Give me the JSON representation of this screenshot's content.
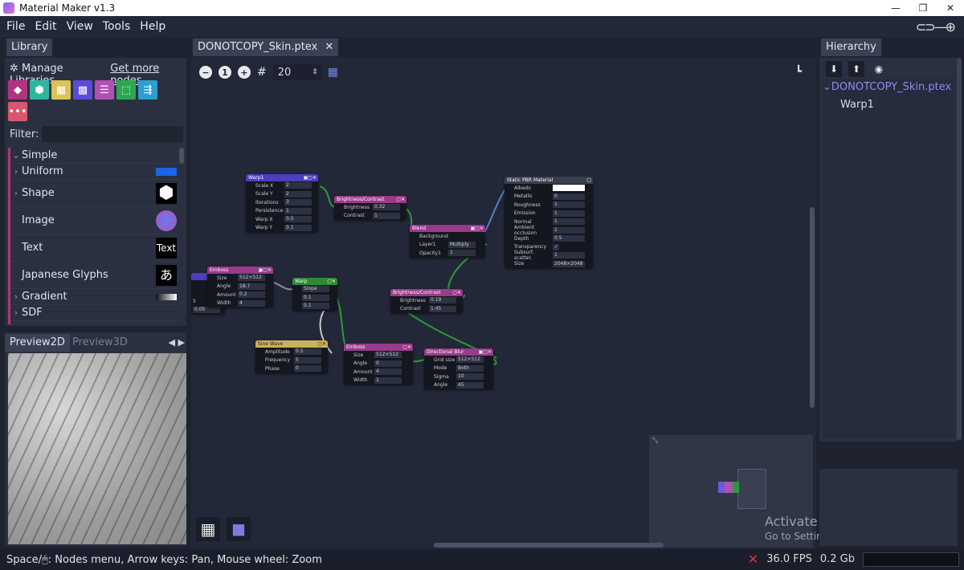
{
  "window": {
    "title": "Material Maker v1.3",
    "minimize": "—",
    "maximize": "❐",
    "close": "✕"
  },
  "menu": [
    "File",
    "Edit",
    "View",
    "Tools",
    "Help"
  ],
  "library": {
    "tab": "Library",
    "manage": "Manage Libraries",
    "get_more": "Get more nodes",
    "filter_label": "Filter:",
    "filter_value": "",
    "categories": [
      {
        "icon": "shape-icon",
        "color": "#b2337f"
      },
      {
        "icon": "cube-icon",
        "color": "#2fb5a0"
      },
      {
        "icon": "brick-icon",
        "color": "#d8c45a"
      },
      {
        "icon": "noise-icon",
        "color": "#5b4bd8"
      },
      {
        "icon": "filter-icon",
        "color": "#b24fb5"
      },
      {
        "icon": "transform-icon",
        "color": "#2aa84f"
      },
      {
        "icon": "workflow-icon",
        "color": "#2e9ed1"
      },
      {
        "icon": "more-icon",
        "color": "#d9576e"
      }
    ],
    "tree": {
      "section": "Simple",
      "items": [
        {
          "label": "Uniform",
          "expandable": true
        },
        {
          "label": "Shape",
          "expandable": true
        },
        {
          "label": "Image",
          "expandable": false
        },
        {
          "label": "Text",
          "expandable": false,
          "swatch_text": "Text"
        },
        {
          "label": "Japanese Glyphs",
          "expandable": false,
          "swatch_text": "あ"
        },
        {
          "label": "Gradient",
          "expandable": true
        },
        {
          "label": "SDF",
          "expandable": true
        }
      ]
    }
  },
  "preview": {
    "tabs": [
      "Preview2D",
      "Preview3D"
    ]
  },
  "graph": {
    "tab": "DONOTCOPY_Skin.ptex",
    "grid_size": "20",
    "nodes": {
      "warp1": {
        "title": "Warp1",
        "rows": [
          [
            "Scale X",
            "2"
          ],
          [
            "Scale Y",
            "2"
          ],
          [
            "Iterations",
            "3"
          ],
          [
            "Persistence",
            "1"
          ],
          [
            "Warp X",
            "0.5"
          ],
          [
            "Warp Y",
            "0.1"
          ]
        ]
      },
      "bc1": {
        "title": "Brightness/Contrast",
        "rows": [
          [
            "Brightness",
            "0.32"
          ],
          [
            "Contrast",
            "1"
          ]
        ]
      },
      "pbr": {
        "title": "Static PBR Material",
        "rows": [
          [
            "Albedo",
            ""
          ],
          [
            "Metallic",
            "0"
          ],
          [
            "Roughness",
            "1"
          ],
          [
            "Emission",
            "1"
          ],
          [
            "Normal",
            "1"
          ],
          [
            "Ambient occlusion",
            "1"
          ],
          [
            "Depth",
            "0.5"
          ],
          [
            "Transparency",
            "✓"
          ],
          [
            "Subsurf. scatter.",
            "1"
          ],
          [
            "Size",
            "2048×2048"
          ]
        ]
      },
      "blend": {
        "title": "Blend",
        "rows": [
          [
            "Background",
            ""
          ],
          [
            "Layer1",
            "Multiply"
          ],
          [
            "Opacity1",
            "1"
          ]
        ]
      },
      "emboss1": {
        "title": "Emboss",
        "rows": [
          [
            "Size",
            "512×512"
          ],
          [
            "Angle",
            "18.7"
          ],
          [
            "Amount",
            "0.2"
          ],
          [
            "Width",
            "4"
          ]
        ]
      },
      "warp": {
        "title": "Warp",
        "rows": [
          [
            "Slope",
            ""
          ],
          [
            "",
            "0.1"
          ],
          [
            "",
            "0.1"
          ]
        ]
      },
      "bc2": {
        "title": "Brightness/Contrast",
        "rows": [
          [
            "Brightness",
            "0.19"
          ],
          [
            "Contrast",
            "1.45"
          ]
        ]
      },
      "sine": {
        "title": "Sine Wave",
        "rows": [
          [
            "Amplitude",
            "0.5"
          ],
          [
            "Frequency",
            "5"
          ],
          [
            "Phase",
            "0"
          ]
        ]
      },
      "emboss2": {
        "title": "Emboss",
        "rows": [
          [
            "Size",
            "512×512"
          ],
          [
            "Angle",
            "0"
          ],
          [
            "Amount",
            "4"
          ],
          [
            "Width",
            "1"
          ]
        ]
      },
      "dblur": {
        "title": "Directional Blur",
        "rows": [
          [
            "Grid size",
            "512×512"
          ],
          [
            "Mode",
            "Both"
          ],
          [
            "Sigma",
            "10"
          ],
          [
            "Angle",
            "45"
          ]
        ]
      },
      "stub": {
        "rows": [
          "5",
          "0.05"
        ]
      }
    }
  },
  "hierarchy": {
    "tab": "Hierarchy",
    "root": "DONOTCOPY_Skin.ptex",
    "child": "Warp1"
  },
  "watermark": {
    "title": "Activate Windows",
    "subtitle": "Go to Settings to activate Windows."
  },
  "status": {
    "help": "Space/🖰: Nodes menu, Arrow keys: Pan, Mouse wheel: Zoom",
    "fps": "36.0 FPS",
    "memory": "0.2 Gb"
  }
}
